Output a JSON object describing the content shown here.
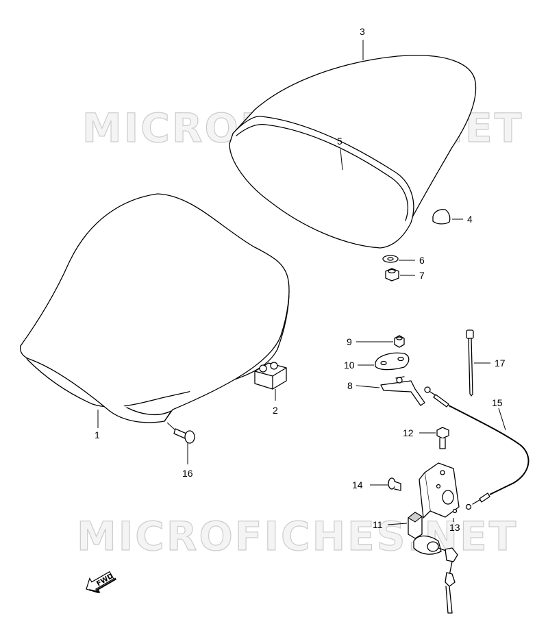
{
  "watermark": {
    "text": "MICROFICHES.NET"
  },
  "direction_badge": {
    "label": "FWD"
  },
  "callouts": [
    "1",
    "2",
    "3",
    "4",
    "5",
    "6",
    "7",
    "8",
    "9",
    "10",
    "11",
    "12",
    "13",
    "14",
    "15",
    "16",
    "17"
  ]
}
